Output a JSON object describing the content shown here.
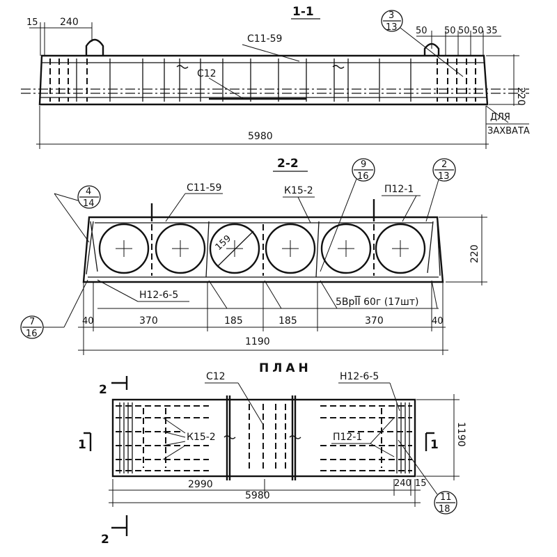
{
  "section_1_1": {
    "title": "1-1",
    "dim_15": "15",
    "dim_240": "240",
    "dim_50a": "50",
    "dim_50b": "50",
    "dim_50c": "50",
    "dim_50d": "50",
    "dim_35": "35",
    "dim_220": "220",
    "dim_5980": "5980",
    "mark_c11": "С11-59",
    "mark_c12": "С12",
    "note_line1": "ДЛЯ",
    "note_line2": "ЗАХВАТА",
    "ref_num": "3",
    "ref_den": "13"
  },
  "section_2_2": {
    "title": "2-2",
    "mark_c11": "С11-59",
    "mark_k15": "К15-2",
    "mark_p12": "П12-1",
    "mark_n12": "Н12-6-5",
    "mark_bar": "5Вр",
    "mark_bar_cls": "II",
    "mark_bar_rest": " 60г (17шт)",
    "dim_159": "159",
    "dim_220": "220",
    "dim_40a": "40",
    "dim_370a": "370",
    "dim_185a": "185",
    "dim_185b": "185",
    "dim_370b": "370",
    "dim_40b": "40",
    "dim_1190": "1190",
    "ref_a_num": "4",
    "ref_a_den": "14",
    "ref_b_num": "9",
    "ref_b_den": "16",
    "ref_c_num": "2",
    "ref_c_den": "13",
    "ref_d_num": "7",
    "ref_d_den": "16"
  },
  "plan": {
    "title": "ПЛАН",
    "mark_c12": "С12",
    "mark_n12": "Н12-6-5",
    "mark_k15": "К15-2",
    "mark_p12": "П12-1",
    "dim_2990": "2990",
    "dim_5980": "5980",
    "dim_240": "240",
    "dim_15": "15",
    "dim_1190": "1190",
    "cut_2_top": "2",
    "cut_2_bottom": "2",
    "cut_1_left": "1",
    "cut_1_right": "1",
    "ref_num": "11",
    "ref_den": "18"
  }
}
